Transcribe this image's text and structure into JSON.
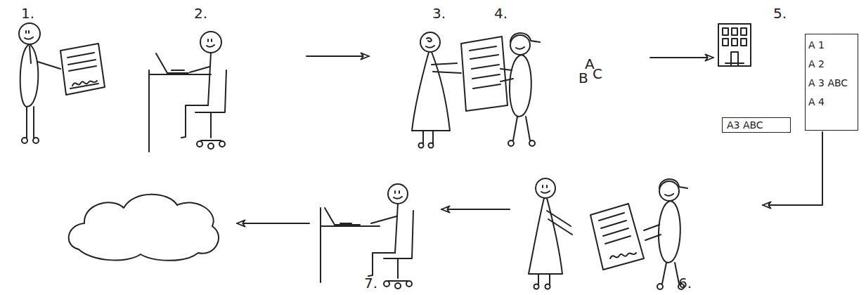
{
  "diagram": {
    "nodes": [
      {
        "text": [
          "A 1",
          "A 2",
          "A 3 ABC",
          "A 4"
        ]
      },
      {
        "text": [
          "A3 ABC"
        ]
      }
    ],
    "labels": [
      "1.",
      "2.",
      "3.",
      "4.",
      "A",
      "B",
      "C",
      "5.",
      "6.",
      "7."
    ]
  }
}
